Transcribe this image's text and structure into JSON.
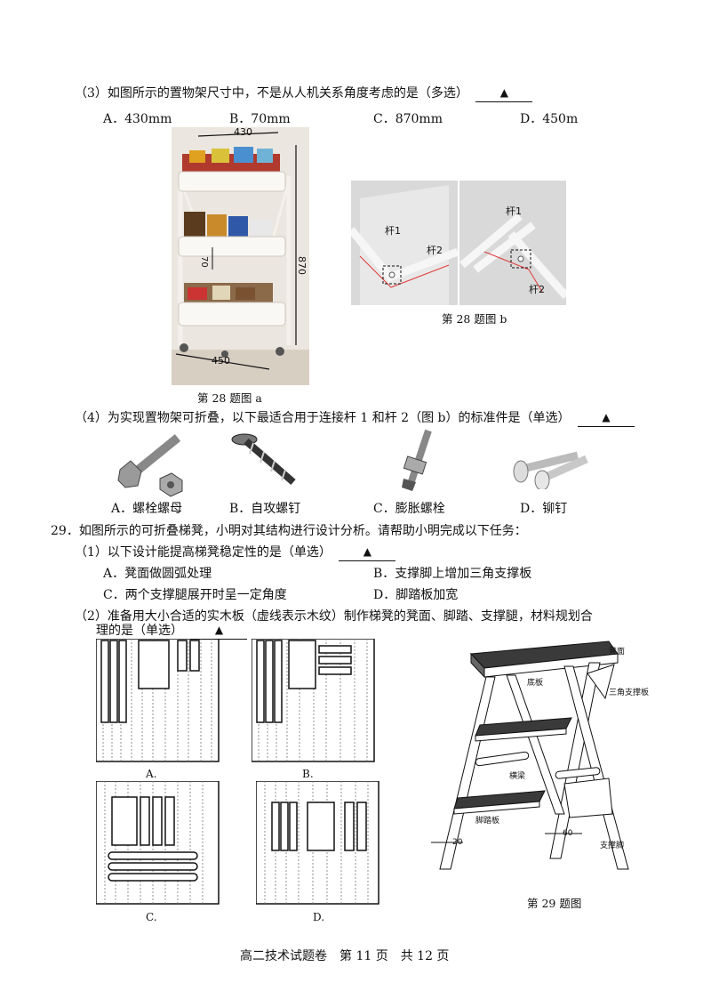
{
  "q28_3": {
    "stem": "（3）如图所示的置物架尺寸中，不是从人机关系角度考虑的是（多选）",
    "answer_mark": "▲",
    "options": [
      "A．430mm",
      "B．70mm",
      "C．870mm",
      "D．450m"
    ]
  },
  "fig_a": {
    "caption": "第 28 题图 a",
    "dim_top": "430",
    "dim_height": "870",
    "dim_shelf": "70",
    "dim_bottom": "450"
  },
  "fig_b": {
    "caption": "第 28 题图 b",
    "left_labels": [
      "杆1",
      "杆2"
    ],
    "right_labels": [
      "杆1",
      "杆2"
    ]
  },
  "q28_4": {
    "stem": "（4）为实现置物架可折叠，以下最适合用于连接杆 1 和杆 2（图 b）的标准件是（单选）",
    "answer_mark": "▲",
    "options": [
      "A．螺栓螺母",
      "B．自攻螺钉",
      "C．膨胀螺栓",
      "D．铆钉"
    ]
  },
  "q29": {
    "intro": "29．如图所示的可折叠梯凳，小明对其结构进行设计分析。请帮助小明完成以下任务：",
    "part1_stem": "（1）以下设计能提高梯凳稳定性的是（单选）",
    "part1_mark": "▲",
    "part1_options": [
      "A．凳面做圆弧处理",
      "B．支撑脚上增加三角支撑板",
      "C．两个支撑腿展开时呈一定角度",
      "D．脚踏板加宽"
    ],
    "part2_stem_line1": "（2）准备用大小合适的实木板（虚线表示木纹）制作梯凳的凳面、脚踏、支撑腿，材料规划合",
    "part2_stem_line2": "理的是（单选）",
    "part2_mark": "▲",
    "board_labels": [
      "A.",
      "B.",
      "C.",
      "D."
    ]
  },
  "fig_29": {
    "caption": "第 29 题图",
    "labels": [
      "凳面",
      "三角支撑板",
      "底板",
      "横梁",
      "脚踏板",
      "支撑脚",
      "20",
      "60"
    ]
  },
  "footer": "高二技术试题卷　第 11 页　共 12 页"
}
